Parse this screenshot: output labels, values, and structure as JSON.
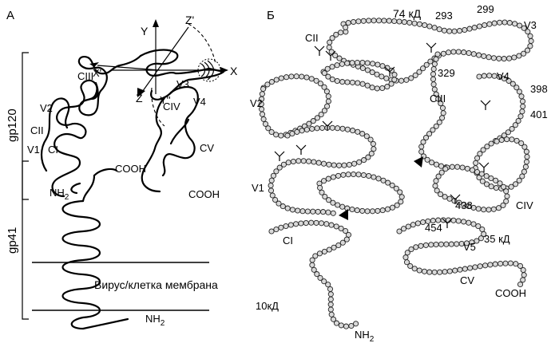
{
  "panel_a": {
    "letter": "А",
    "labels": {
      "gp120": "gp120",
      "gp41": "gp41",
      "c1": "CI",
      "c2": "CII",
      "c3": "CIII",
      "c4": "CIV",
      "c5": "CV",
      "v1": "V1",
      "v2": "V2",
      "v3": "V3",
      "v4": "V4",
      "cooh_gp120": "COOH",
      "nh2_gp120": "NH",
      "nh2_gp120_sub": "2",
      "cooh_gp41": "COOH",
      "nh2_gp41": "NH",
      "nh2_gp41_sub": "2",
      "membrane": "Вирус/клетка мембрана"
    },
    "axes": {
      "x": "X",
      "y": "Y",
      "z": "Z",
      "x_prime": "X'",
      "y_dprime": "Y''",
      "z_prime": "Z'"
    }
  },
  "panel_b": {
    "letter": "Б",
    "labels": {
      "kd74": "74 кД",
      "kd35": "35 кД",
      "kd10": "10кД",
      "c1": "CI",
      "c2": "CII",
      "c3": "CIII",
      "c4": "CIV",
      "c5": "CV",
      "v1": "V1",
      "v2": "V2",
      "v3": "V3",
      "v4": "V4",
      "v5": "V5",
      "cooh": "COOH",
      "nh2": "NH",
      "nh2_sub": "2"
    },
    "residues": {
      "r293": "293",
      "r299": "299",
      "r329": "329",
      "r398": "398",
      "r401": "401",
      "r438": "438",
      "r454": "454"
    }
  }
}
